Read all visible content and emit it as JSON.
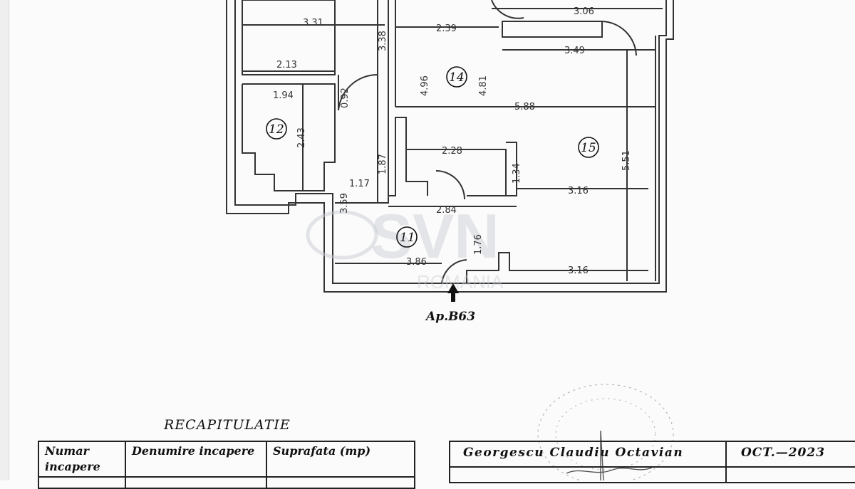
{
  "apartment_label": "Ap.B63",
  "rooms": [
    "11",
    "12",
    "14",
    "15"
  ],
  "dimensions": {
    "d331": "3.31",
    "d338": "3.38",
    "d239": "2.39",
    "d306": "3.06",
    "d349": "3.49",
    "d213": "2.13",
    "d194": "1.94",
    "d092": "0.92",
    "d243": "2.43",
    "d496": "4.96",
    "d481": "4.81",
    "d588": "5.88",
    "d228": "2.28",
    "d187": "1.87",
    "d134": "1.34",
    "d117": "1.17",
    "d316a": "3.16",
    "d551": "5.51",
    "d359": "3.59",
    "d284": "2.84",
    "d176": "1.76",
    "d386": "3.86",
    "d316b": "3.16"
  },
  "watermark": {
    "brand": "SVN",
    "sub": "ROMANIA"
  },
  "recap": {
    "title": "RECAPITULATIE",
    "headers": [
      "Numar incapere",
      "Denumire incapere",
      "Suprafata (mp)"
    ]
  },
  "signature": {
    "name": "Georgescu Claudiu Octavian",
    "date": "OCT.—2023"
  },
  "colors": {
    "ink": "#222222",
    "paper": "#fbfbfb"
  }
}
